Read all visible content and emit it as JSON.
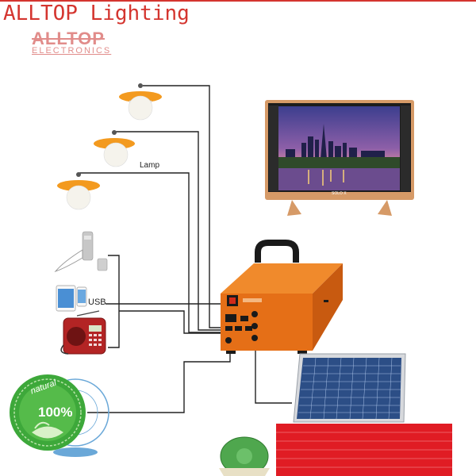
{
  "header": {
    "brand_title": "ALLTOP Lighting"
  },
  "watermark": {
    "logo_text": "ALLTOP",
    "sub_text": "ELECTRONICS"
  },
  "labels": {
    "lamp": "Lamp",
    "usb": "USB"
  },
  "tv": {
    "brand_text": "SOLO X"
  },
  "badge": {
    "percent": "100%",
    "word": "natural"
  },
  "colors": {
    "accent_red": "#d4352f",
    "generator_orange": "#e8701e",
    "lamp_orange": "#f39a1f",
    "wire": "#222222",
    "panel_blue": "#2c4e86"
  }
}
